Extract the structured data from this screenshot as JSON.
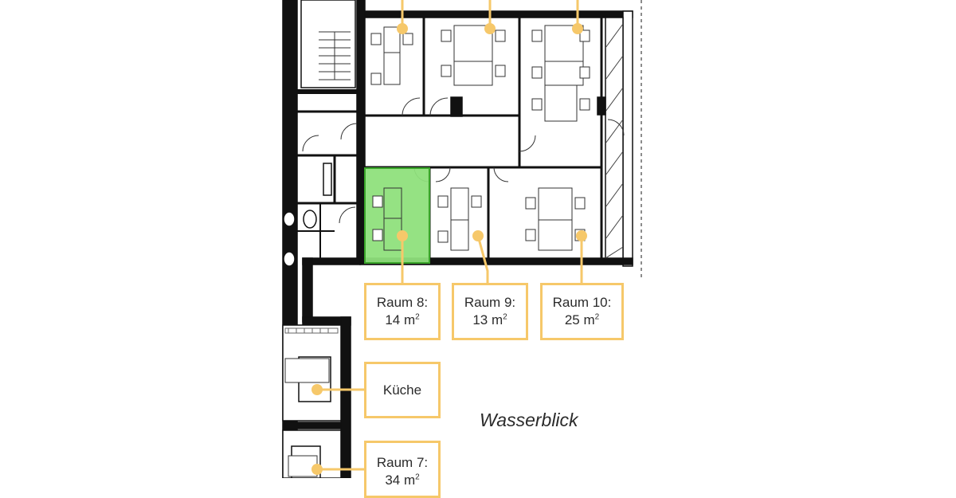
{
  "rooms": [
    {
      "id": "raum-8",
      "name": "Raum 8:",
      "area_value": "14 m",
      "area_exp": "2",
      "highlighted": true
    },
    {
      "id": "raum-9",
      "name": "Raum 9:",
      "area_value": "13 m",
      "area_exp": "2",
      "highlighted": false
    },
    {
      "id": "raum-10",
      "name": "Raum 10:",
      "area_value": "25 m",
      "area_exp": "2",
      "highlighted": false
    },
    {
      "id": "kueche",
      "name": "Küche",
      "area_value": "",
      "area_exp": "",
      "highlighted": false
    },
    {
      "id": "raum-7",
      "name": "Raum 7:",
      "area_value": "34 m",
      "area_exp": "2",
      "highlighted": false
    }
  ],
  "water_view_label": "Wasserblick",
  "colors": {
    "wall": "#111111",
    "accent": "#f6c86a",
    "highlight_fill": "#8fe07c",
    "highlight_stroke": "#3aa62a",
    "text": "#2b2b2b"
  }
}
